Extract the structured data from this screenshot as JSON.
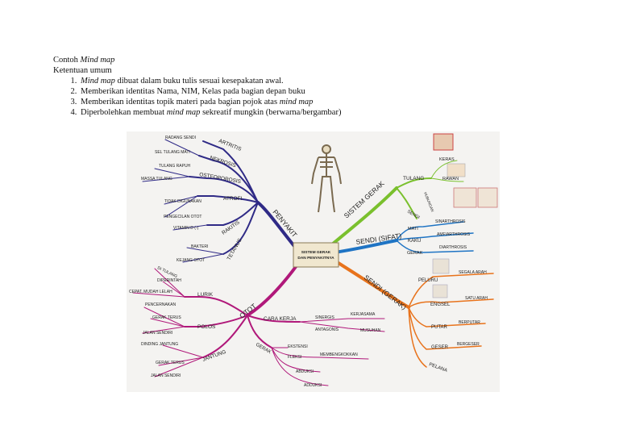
{
  "doc": {
    "title_plain": "Contoh ",
    "title_italic": "Mind map",
    "subtitle": "Ketentuan umum",
    "rules": [
      {
        "italic": "Mind map",
        "text": " dibuat dalam buku tulis sesuai kesepakatan awal."
      },
      {
        "italic": "",
        "text": "Memberikan identitas Nama, NIM, Kelas pada bagian depan buku"
      },
      {
        "italic": "mind map",
        "prefix": "Memberikan identitas topik materi pada bagian pojok atas ",
        "text": ""
      },
      {
        "prefix": "Diperbolehkan membuat ",
        "italic": "mind map",
        "text": " sekreatif mungkin (berwarna/bergambar)"
      }
    ]
  },
  "mindmap": {
    "center": [
      "SISTEM GERAK",
      "DAN PENYAKITNYA"
    ],
    "colors": {
      "penyakit": "#2f2a86",
      "sistem_gerak": "#7ac02d",
      "sendi_sifat": "#1f74c4",
      "sendi_gerak": "#e8731c",
      "otot": "#b0187a"
    },
    "penyakit": {
      "label": "PENYAKIT",
      "groups": [
        {
          "label": "ARTRITIS",
          "leaves": [
            "RADANG SENDI"
          ]
        },
        {
          "label": "NEKROSIS",
          "leaves": [
            "SEL TULANG MATI"
          ]
        },
        {
          "label": "OSTEOPOROSIS",
          "leaves": [
            "TULANG RAPUH",
            "MASSA TULANG"
          ]
        },
        {
          "label": "ATROFI",
          "leaves": [
            "TIDAK DIGUNAKAN",
            "PENGECILAN OTOT"
          ]
        },
        {
          "label": "RAKITIS",
          "leaves": [
            "VITAMIN D (-)"
          ]
        },
        {
          "label": "TETANUS",
          "leaves": [
            "BAKTERI",
            "KEJANG OTOT"
          ]
        }
      ]
    },
    "sistem_gerak": {
      "label": "SISTEM GERAK",
      "tulang": {
        "label": "TULANG",
        "leaves": [
          "KERAS",
          "RAWAN"
        ]
      },
      "hubungan": "HUBUNGAN",
      "sendi": "SENDI"
    },
    "sendi_sifat": {
      "label": "SENDI (SIFAT)",
      "items": [
        {
          "label": "MATI",
          "leaf": "SINARTHROSIS"
        },
        {
          "label": "KAKU",
          "leaf": "AMFIARTHROSIS"
        },
        {
          "label": "GERAK",
          "leaf": "DIARTHROSIS"
        }
      ]
    },
    "sendi_gerak": {
      "label": "SENDI (GERAK)",
      "items": [
        {
          "label": "PELURU",
          "leaf": "SEGALA ARAH"
        },
        {
          "label": "ENGSEL",
          "leaf": "SATU ARAH"
        },
        {
          "label": "PUTAR",
          "leaf": "BERPUTAR"
        },
        {
          "label": "GESER",
          "leaf": "BERGESER"
        },
        {
          "label": "PELANA",
          "leaf": ""
        }
      ]
    },
    "otot": {
      "label": "OTOT",
      "lurik": {
        "label": "LURIK",
        "leaves": [
          "DI TULANG",
          "DIPERINTAH",
          "CEPAT, MUDAH LELAH"
        ]
      },
      "polos": {
        "label": "POLOS",
        "leaves": [
          "PENCERNAKAN",
          "GERAK TERUS",
          "JALAN SENDIRI"
        ]
      },
      "jantung": {
        "label": "JANTUNG",
        "leaves": [
          "DINDING JANTUNG",
          "GERAK TERUS",
          "JALAN SENDIRI"
        ]
      },
      "cara_kerja": {
        "label": "CARA KERJA",
        "items": [
          {
            "label": "SINERGIS",
            "leaf": "KERJASAMA"
          },
          {
            "label": "ANTAGONIS",
            "leaf": "MUSUHAN"
          }
        ]
      },
      "gerak": {
        "label": "GERAK",
        "items": [
          {
            "label": "EKSTENSI",
            "leaf": ""
          },
          {
            "label": "FLEKSI",
            "leaf": "MEMBENGKOKKAN"
          },
          {
            "label": "ABDUKSI",
            "leaf": ""
          },
          {
            "label": "ADDUKSI",
            "leaf": ""
          }
        ]
      }
    }
  }
}
